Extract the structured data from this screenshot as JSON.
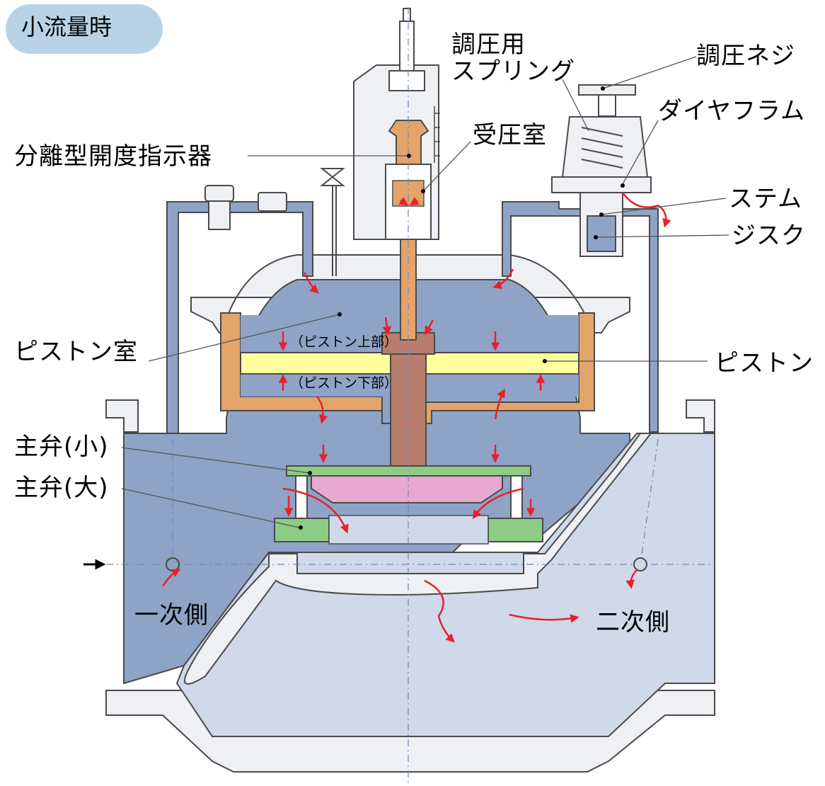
{
  "mode_badge": "小流量時",
  "labels": {
    "adjusting_spring_1": "調圧用",
    "adjusting_spring_2": "スプリング",
    "adjusting_screw": "調圧ネジ",
    "diaphragm": "ダイヤフラム",
    "pressure_chamber": "受圧室",
    "opening_indicator": "分離型開度指示器",
    "stem": "ステム",
    "disc": "ジスク",
    "piston_chamber": "ピストン室",
    "piston": "ピストン",
    "piston_upper": "（ピストン上部）",
    "piston_lower": "（ピストン下部）",
    "main_valve_small": "主弁(小)",
    "main_valve_large": "主弁(大)",
    "primary_side": "一次側",
    "secondary_side": "二次側"
  },
  "colors": {
    "body_fill": "#eef0f4",
    "primary_fluid": "#8fa3c7",
    "secondary_fluid": "#cfd9e9",
    "piston": "#ffff9e",
    "cylinder": "#e3a46a",
    "stem": "#b97d6e",
    "valve_small": "#e9a8d2",
    "valve_large": "#8ccc85",
    "flow_arrow": "#e8202a",
    "outline": "#4a4a4a",
    "badge": "#b9d3e6"
  }
}
